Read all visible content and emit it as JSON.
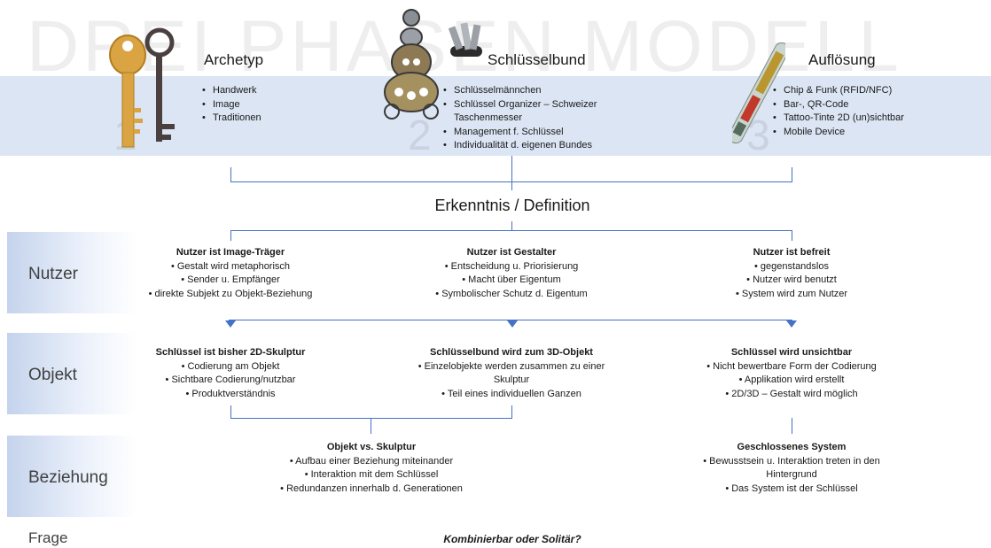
{
  "watermark": "DREI PHASEN MODELL",
  "phases": [
    {
      "num": "1",
      "title": "Archetyp",
      "items": [
        "Handwerk",
        "Image",
        "Traditionen"
      ]
    },
    {
      "num": "2",
      "title": "Schlüsselbund",
      "items": [
        "Schlüsselmännchen",
        "Schlüssel Organizer – Schweizer Taschenmesser",
        "Management f. Schlüssel",
        "Individualität d. eigenen Bundes"
      ]
    },
    {
      "num": "3",
      "title": "Auflösung",
      "items": [
        "Chip & Funk (RFID/NFC)",
        "Bar-, QR-Code",
        "Tattoo-Tinte 2D (un)sichtbar",
        "Mobile Device"
      ]
    }
  ],
  "heading": "Erkenntnis / Definition",
  "rows": {
    "nutzer": {
      "label": "Nutzer",
      "cols": [
        {
          "title": "Nutzer ist Image-Träger",
          "items": [
            "Gestalt wird metaphorisch",
            "Sender u. Empfänger",
            "direkte Subjekt zu Objekt-Beziehung"
          ]
        },
        {
          "title": "Nutzer ist Gestalter",
          "items": [
            "Entscheidung u. Priorisierung",
            "Macht über Eigentum",
            "Symbolischer Schutz d. Eigentum"
          ]
        },
        {
          "title": "Nutzer ist befreit",
          "items": [
            "gegenstandslos",
            "Nutzer wird benutzt",
            "System wird zum Nutzer"
          ]
        }
      ]
    },
    "objekt": {
      "label": "Objekt",
      "cols": [
        {
          "title": "Schlüssel ist bisher 2D-Skulptur",
          "items": [
            "Codierung am Objekt",
            "Sichtbare Codierung/nutzbar",
            "Produktverständnis"
          ]
        },
        {
          "title": "Schlüsselbund wird zum 3D-Objekt",
          "items": [
            "Einzelobjekte werden zusammen zu einer Skulptur",
            "Teil eines individuellen Ganzen"
          ]
        },
        {
          "title": "Schlüssel wird unsichtbar",
          "items": [
            "Nicht bewertbare Form der Codierung",
            "Applikation wird erstellt",
            "2D/3D – Gestalt wird möglich"
          ]
        }
      ]
    },
    "beziehung": {
      "label": "Beziehung",
      "cols": [
        {
          "title": "Objekt vs. Skulptur",
          "items": [
            "Aufbau einer Beziehung miteinander",
            "Interaktion mit dem Schlüssel",
            "Redundanzen innerhalb d. Generationen"
          ]
        },
        {
          "title": "Geschlossenes System",
          "items": [
            "Bewusstsein u. Interaktion treten in den Hintergrund",
            "Das System ist der Schlüssel"
          ]
        }
      ]
    }
  },
  "frage": {
    "label": "Frage",
    "text": "Kombinierbar oder Solitär?"
  },
  "colors": {
    "band": "#dbe5f4",
    "line": "#4472c4",
    "sideLabel": "#404040"
  }
}
